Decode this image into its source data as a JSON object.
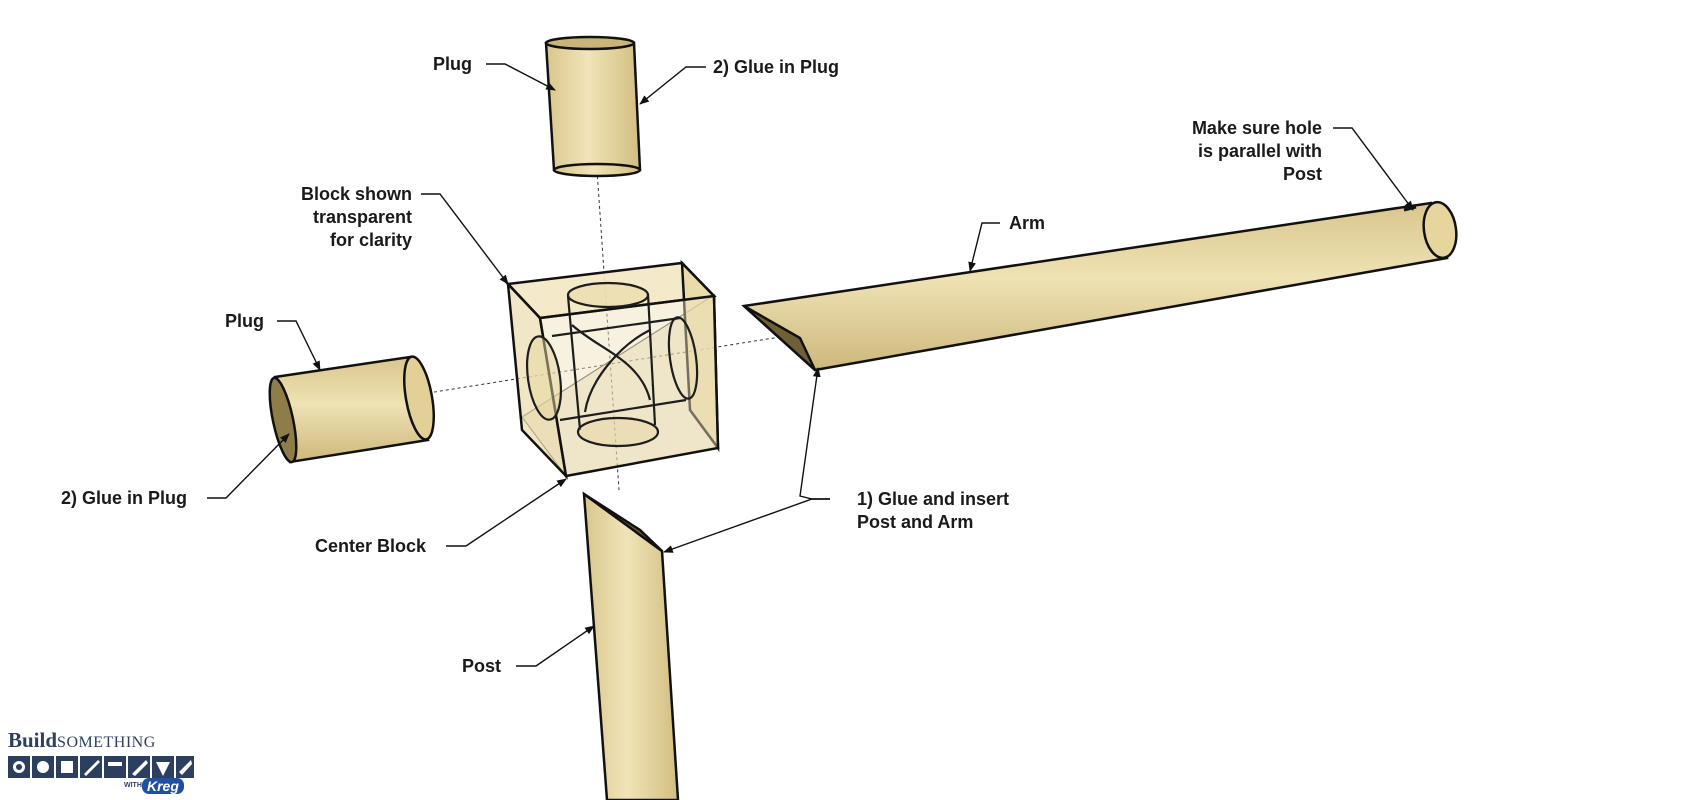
{
  "labels": {
    "plug_top": "Plug",
    "glue_plug_top": "2) Glue in Plug",
    "block_note": [
      "Block shown",
      "transparent",
      "for clarity"
    ],
    "plug_left": "Plug",
    "glue_plug_left": "2) Glue in Plug",
    "center_block": "Center Block",
    "post": "Post",
    "glue_insert": [
      "1) Glue and insert",
      "Post and Arm"
    ],
    "arm": "Arm",
    "hole_note": [
      "Make sure hole",
      "is parallel with",
      "Post"
    ]
  },
  "logo": {
    "build": "Build",
    "something": "SOMETHING",
    "with": "WITH",
    "kreg": "Kreg"
  },
  "colors": {
    "dowel_fill": "#e6d59d",
    "dowel_highlight": "#f1e4b8",
    "dowel_shadow": "#c9b57a",
    "block_fill": "#eee0b8",
    "outline": "#111111",
    "logo_blue": "#2d3f5f"
  }
}
